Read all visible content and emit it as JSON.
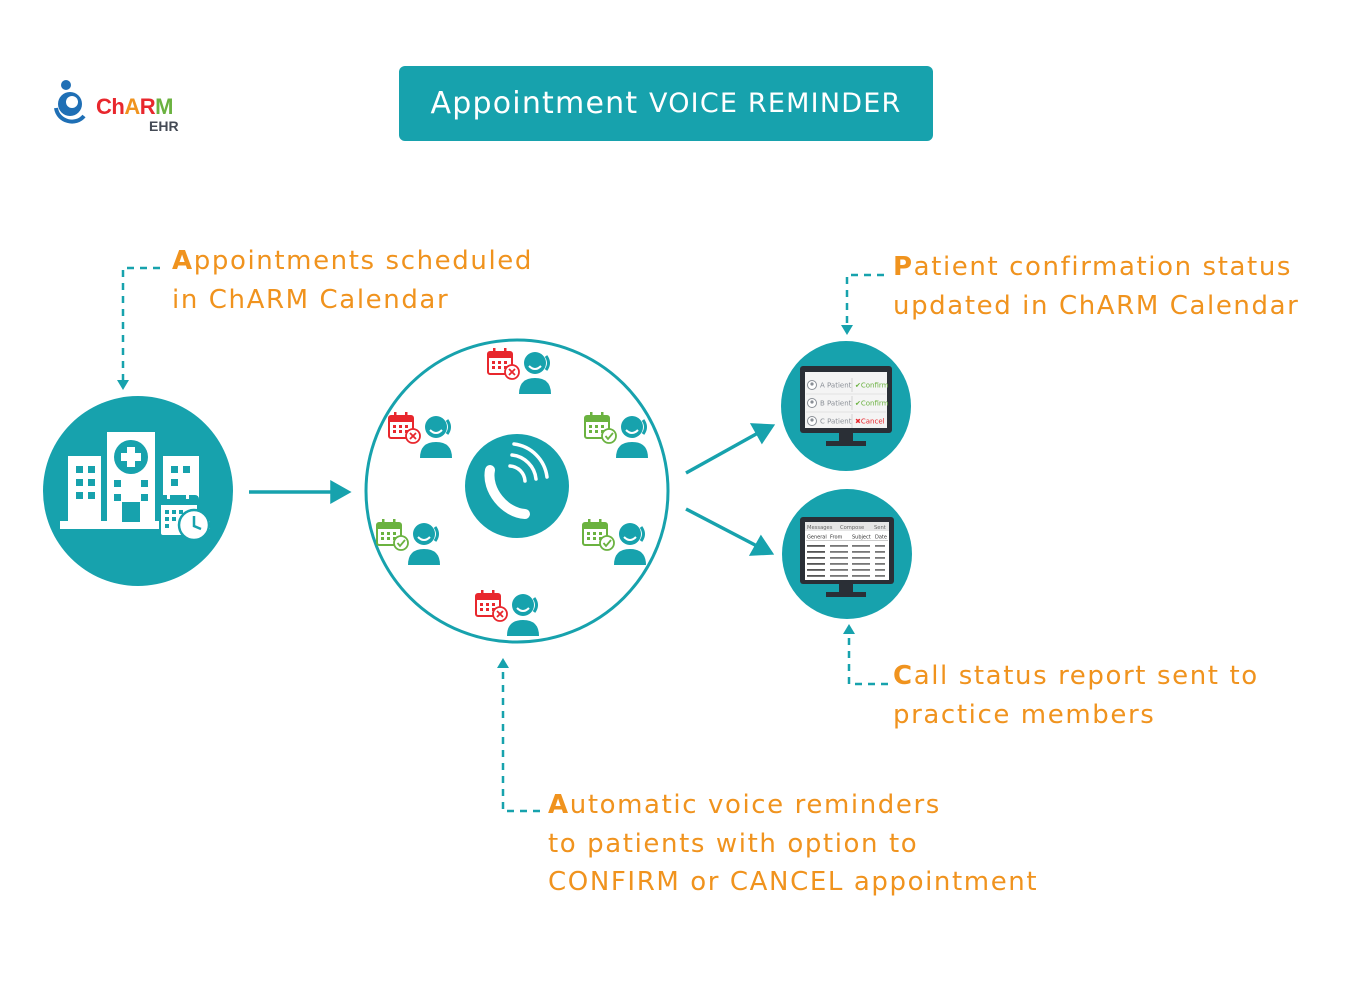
{
  "title": {
    "lead": "Appointment",
    "emphasis": "VOICE REMINDER"
  },
  "logo": {
    "name_parts": [
      "Ch",
      "A",
      "R",
      "M"
    ],
    "name_colors": [
      "#e8272d",
      "#f0931e",
      "#e8272d",
      "#6bb240"
    ],
    "subtitle": "EHR"
  },
  "labels": {
    "scheduled": {
      "initial": "A",
      "line1": "ppointments scheduled",
      "line2": "in ChARM Calendar"
    },
    "confirmation": {
      "initial": "P",
      "line1": "atient confirmation status",
      "line2": "updated in ChARM Calendar"
    },
    "call_report": {
      "initial": "C",
      "line1": "all status report sent to",
      "line2": "practice members"
    },
    "voice": {
      "initial": "A",
      "line1": "utomatic voice reminders",
      "line2": "to patients with option to",
      "line3": "CONFIRM or CANCEL appointment"
    }
  },
  "confirmation_screen": {
    "rows": [
      {
        "patient": "A Patient",
        "status": "Confirm",
        "state": "confirm"
      },
      {
        "patient": "B Patient",
        "status": "Confirm",
        "state": "confirm"
      },
      {
        "patient": "C Patient",
        "status": "Cancel",
        "state": "cancel"
      }
    ]
  },
  "messages_screen": {
    "tabs": [
      "Messages",
      "Compose",
      "Sent"
    ],
    "columns": [
      "General",
      "From",
      "Subject",
      "Date"
    ]
  },
  "callers": [
    {
      "id": "top",
      "state": "cancel"
    },
    {
      "id": "upper-left",
      "state": "cancel"
    },
    {
      "id": "upper-right",
      "state": "confirm"
    },
    {
      "id": "lower-left",
      "state": "confirm"
    },
    {
      "id": "lower-right",
      "state": "confirm"
    },
    {
      "id": "bottom",
      "state": "cancel"
    }
  ],
  "colors": {
    "teal": "#17a2ad",
    "orange": "#f0931e",
    "confirm_green": "#6bb240",
    "cancel_red": "#e8272d",
    "logo_blue": "#1f6fb5"
  }
}
